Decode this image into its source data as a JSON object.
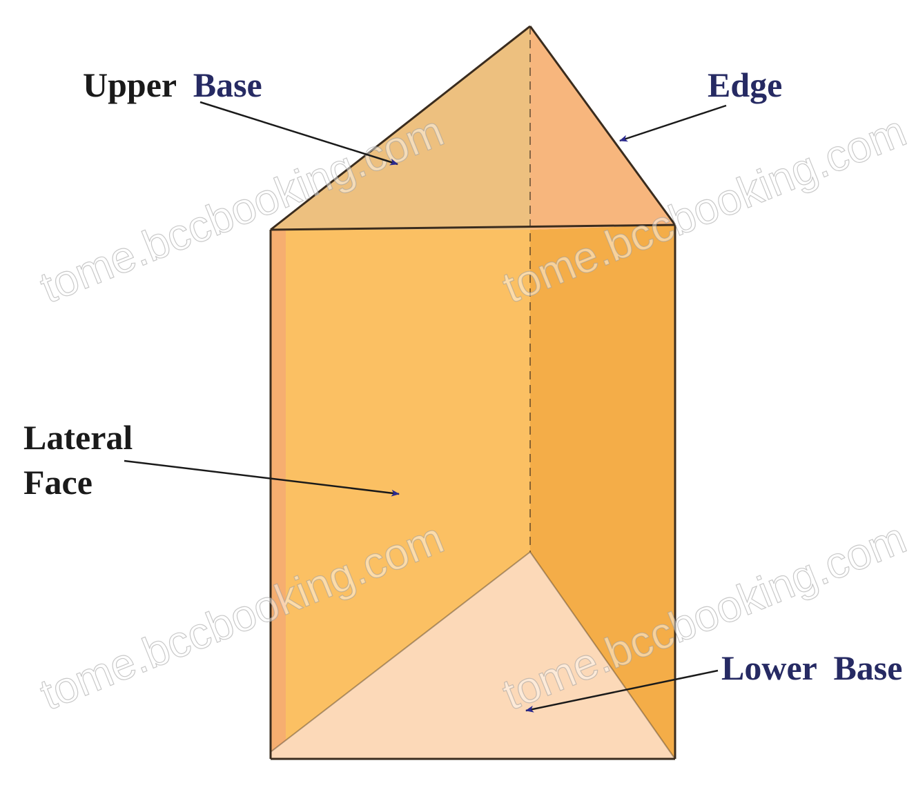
{
  "labels": {
    "upper_base": {
      "word1": "Upper",
      "word2": "Base"
    },
    "edge": "Edge",
    "lateral_face": {
      "line1": "Lateral",
      "line2": "Face"
    },
    "lower_base": {
      "word1": "Lower",
      "word2": "Base"
    }
  },
  "watermark": "tome.bccbooking.com",
  "colors": {
    "label_black": "#1a1a1a",
    "label_navy": "#262a63",
    "arrow_head": "#2b2a8e",
    "upper_base_fill": "#edc07f",
    "right_top_fill": "#f7b67d",
    "front_face_fill": "#fbc063",
    "right_face_fill": "#f4ad48",
    "left_strip_fill": "#f6ae70",
    "lower_base_fill": "#fcd9b8",
    "edge_stroke": "#3a2c1e"
  }
}
